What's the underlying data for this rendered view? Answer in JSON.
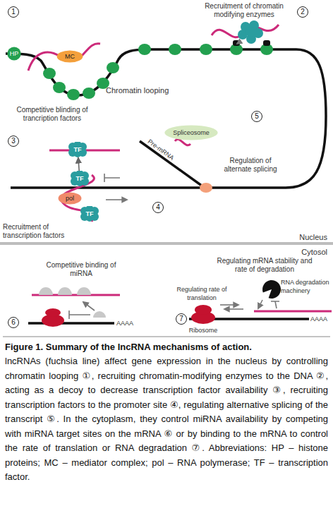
{
  "diagram": {
    "title": "Figure 1. Summary of the lncRNA mechanisms of action.",
    "caption": "lncRNAs (fuchsia line) affect gene expression in the nucleus by controlling chromatin looping ①, recruiting chromatin-modifying enzymes to the DNA ②, acting as a decoy to decrease transcription factor availability ③, recruiting transcription factors to the promoter site ④, regulating alternative splicing of the transcript ⑤. In the cytoplasm, they control miRNA availability by competing with miRNA target sites on the mRNA ⑥ or by binding to the mRNA to control the rate of translation or RNA degradation ⑦. Abbreviations: HP – histone proteins; MC – mediator complex; pol – RNA polymerase; TF – transcription factor.",
    "nodes": [
      {
        "text": [
          "HP"
        ]
      },
      {
        "text": [
          "MC"
        ]
      },
      {
        "text": [
          "Spliceosome"
        ]
      },
      {
        "text": [
          "TF"
        ]
      },
      {
        "text": [
          "TF"
        ]
      },
      {
        "text": [
          "pol"
        ]
      },
      {
        "text": [
          "TF"
        ]
      }
    ],
    "edges": [
      {
        "from": 4,
        "to": 3,
        "arrow": "to"
      }
    ],
    "labels": [
      "1",
      "Chromatin looping",
      "2",
      "Recruitment of chromatin modifying enzymes",
      "Competitive blinding of trancription factors",
      "3",
      "Pre-mRNA",
      "5",
      "Regulation of alternate splicing",
      "Recruitment of transcription factors",
      "4",
      "Nucleus",
      "Cytosol",
      "Competitive binding of miRNA",
      "AAAA",
      "6",
      "Regulating mRNA stability and rate of degradation",
      "RNA degradation machinery",
      "Regulating rate of translation",
      "Ribosome",
      "AAAA",
      "7"
    ]
  }
}
